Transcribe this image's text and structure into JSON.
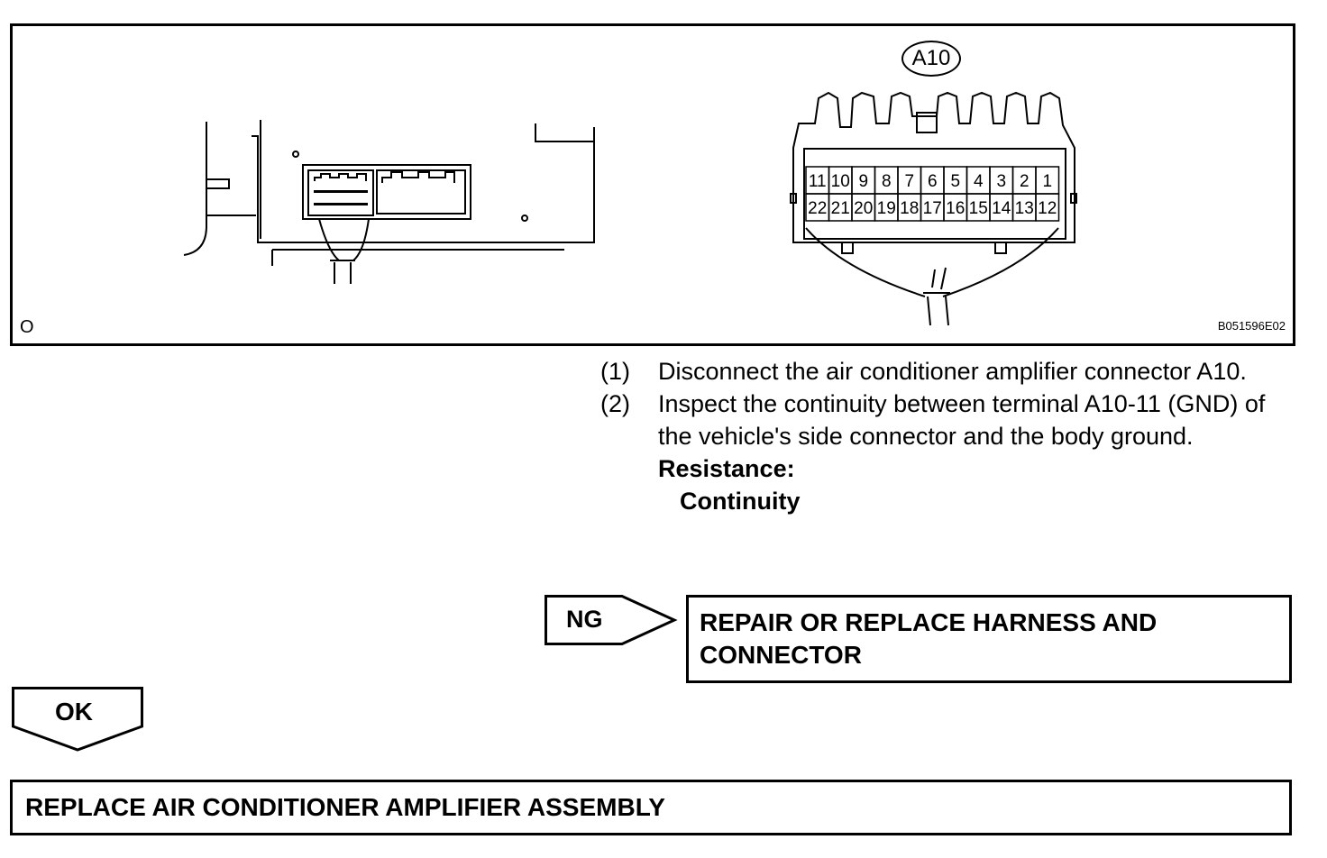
{
  "figure": {
    "connector_label": "A10",
    "corner_mark": "O",
    "figure_id": "B051596E02",
    "pins_top_row": [
      "11",
      "10",
      "9",
      "8",
      "7",
      "6",
      "5",
      "4",
      "3",
      "2",
      "1"
    ],
    "pins_bottom_row": [
      "22",
      "21",
      "20",
      "19",
      "18",
      "17",
      "16",
      "15",
      "14",
      "13",
      "12"
    ]
  },
  "steps": [
    {
      "num": "(1)",
      "text": "Disconnect the air conditioner amplifier connector A10."
    },
    {
      "num": "(2)",
      "text": "Inspect the continuity between terminal A10-11 (GND) of the vehicle's side connector and the body ground."
    }
  ],
  "spec": {
    "label": "Resistance:",
    "value": "Continuity"
  },
  "ng": {
    "tag": "NG",
    "action": "REPAIR OR REPLACE HARNESS AND CONNECTOR"
  },
  "ok": {
    "tag": "OK",
    "action": "REPLACE AIR CONDITIONER AMPLIFIER ASSEMBLY"
  }
}
